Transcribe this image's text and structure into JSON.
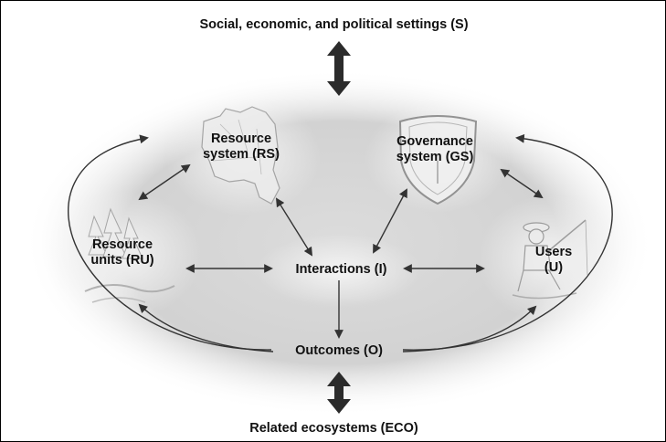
{
  "labels": {
    "settings": "Social, economic, and political settings (S)",
    "ecosystems": "Related ecosystems (ECO)",
    "resource_system": [
      "Resource",
      "system (RS)"
    ],
    "governance_system": [
      "Governance",
      "system (GS)"
    ],
    "resource_units": [
      "Resource",
      "units (RU)"
    ],
    "users": [
      "Users",
      "(U)"
    ],
    "interactions": "Interactions (I)",
    "outcomes": "Outcomes (O)"
  },
  "icons": [
    "map-icon",
    "shield-icon",
    "trees-icon",
    "fisherman-icon"
  ],
  "colors": {
    "background_glow": "#d4d4d4",
    "arrow": "#333333",
    "text": "#111111"
  }
}
